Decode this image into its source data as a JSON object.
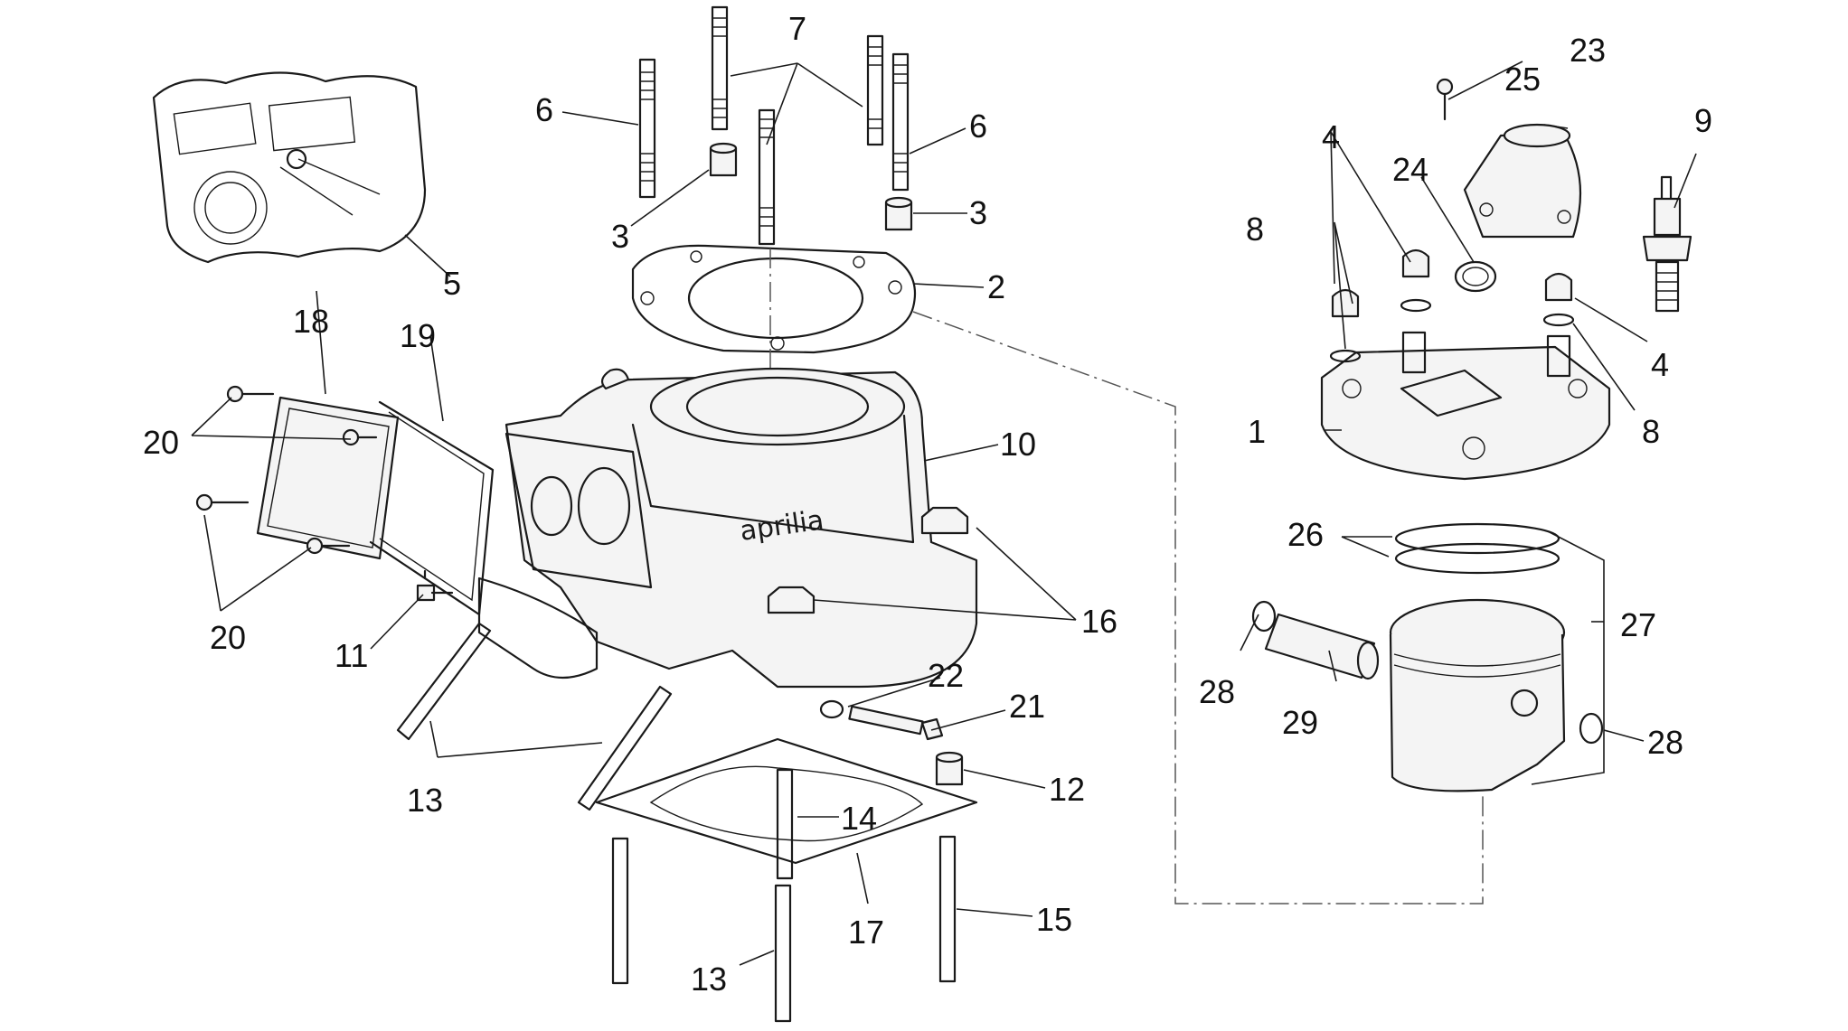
{
  "diagram": {
    "colors": {
      "line": "#1a1a1a",
      "background": "#ffffff",
      "part_fill": "#f4f4f4"
    },
    "brand_marking": "aprilia",
    "callouts": [
      "1",
      "2",
      "3",
      "4",
      "5",
      "6",
      "7",
      "8",
      "9",
      "10",
      "11",
      "12",
      "13",
      "14",
      "15",
      "16",
      "17",
      "18",
      "19",
      "20",
      "21",
      "22",
      "23",
      "24",
      "25",
      "26",
      "27",
      "28",
      "29"
    ]
  }
}
